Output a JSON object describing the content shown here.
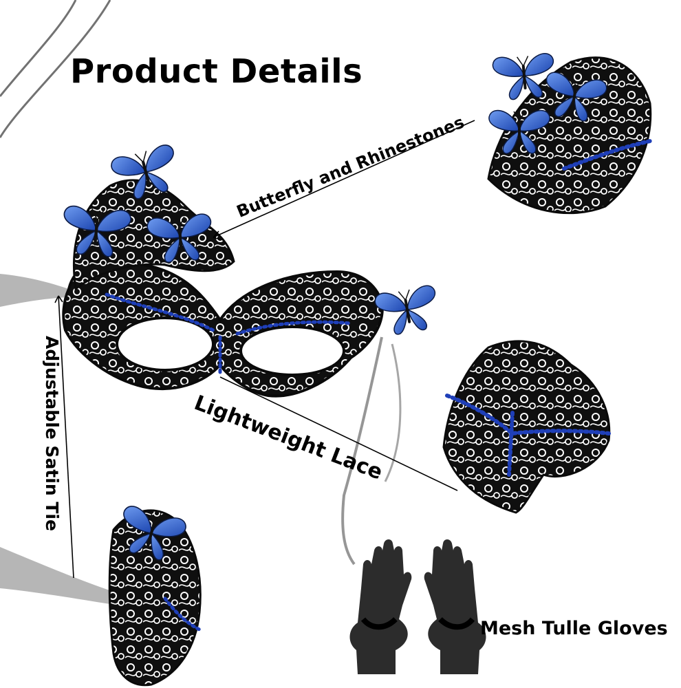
{
  "title": "Product Details",
  "callouts": {
    "butterfly": "Butterfly and Rhinestones",
    "lace": "Lightweight Lace",
    "tie": "Adjustable Satin Tie",
    "gloves": "Mesh Tulle Gloves"
  },
  "colors": {
    "butterfly_blue": "#3b6fd8",
    "rhinestone_blue": "#1f3fb8",
    "lace_black": "#111111",
    "ribbon_gray": "#6a6a6a"
  }
}
